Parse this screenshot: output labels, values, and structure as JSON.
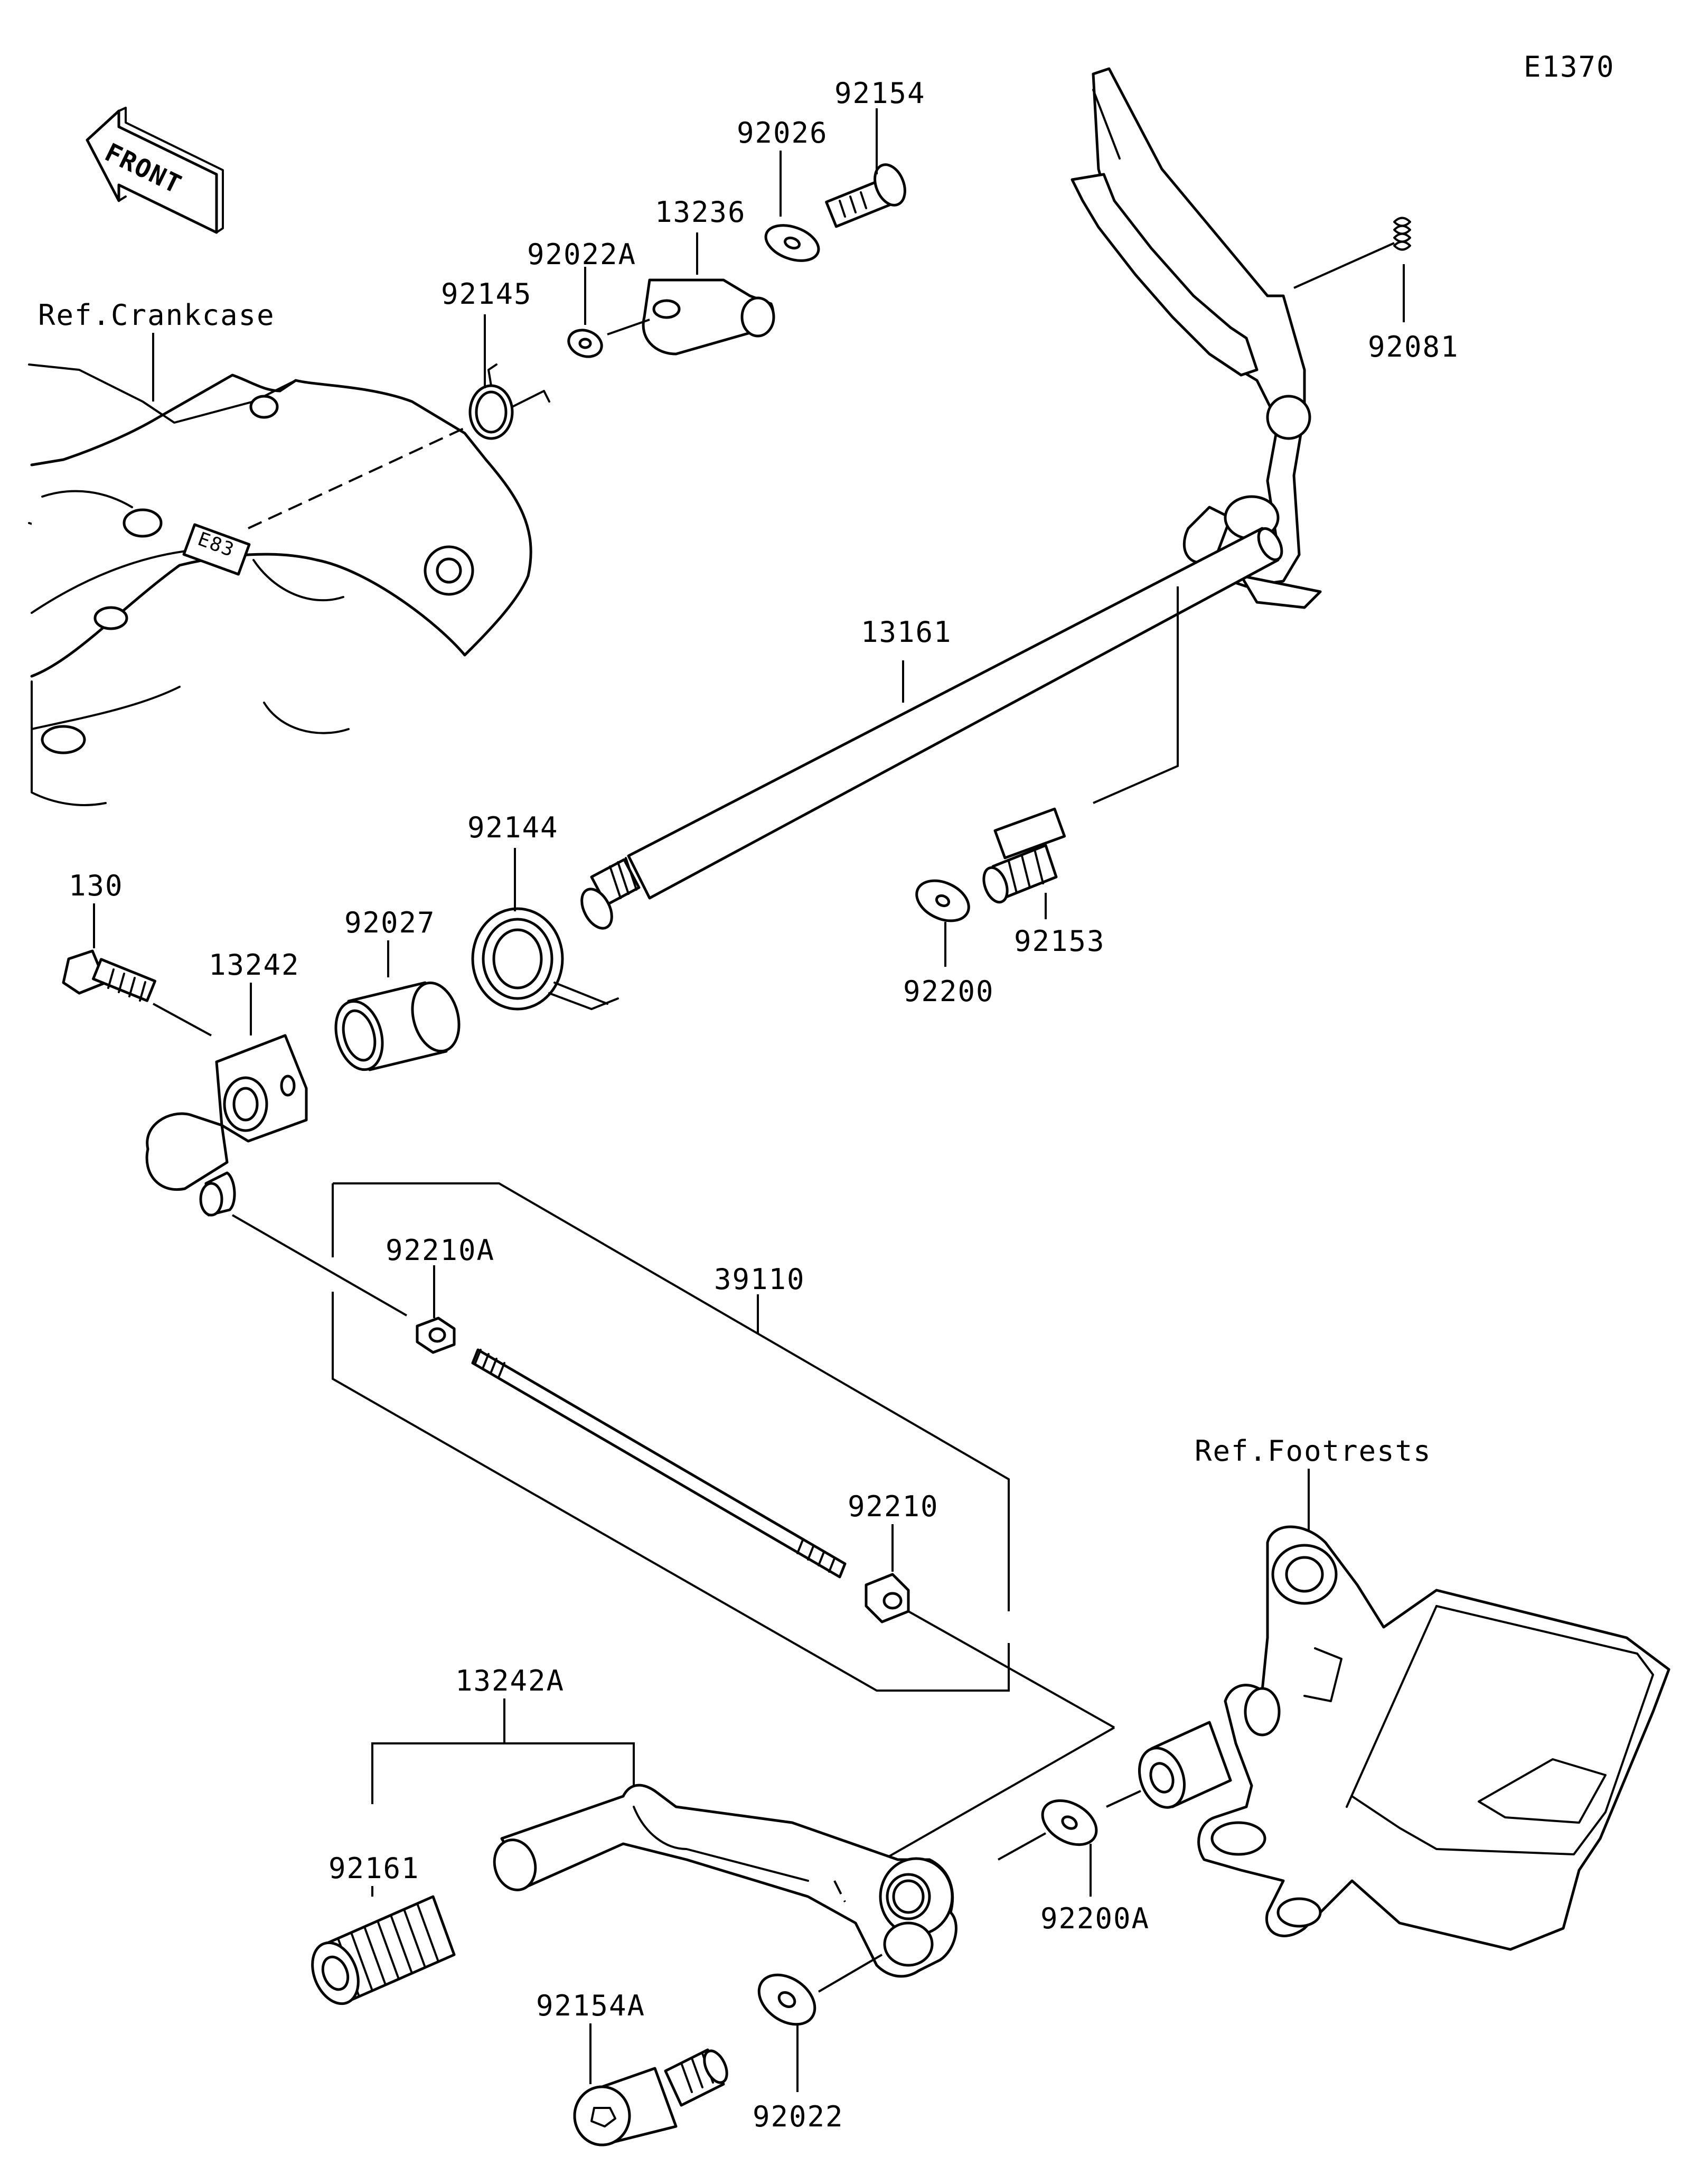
{
  "diagram_code": "E1370",
  "front_arrow_text": "FRONT",
  "references": {
    "crankcase": "Ref.Crankcase",
    "footrests": "Ref.Footrests"
  },
  "crankcase_mark": "E83",
  "parts": {
    "p92154": "92154",
    "p92026": "92026",
    "p13236": "13236",
    "p92022A": "92022A",
    "p92145": "92145",
    "p92081": "92081",
    "p13161": "13161",
    "p92144": "92144",
    "p92027": "92027",
    "p130": "130",
    "p13242": "13242",
    "p92153": "92153",
    "p92200": "92200",
    "p92210A": "92210A",
    "p39110": "39110",
    "p92210": "92210",
    "p13242A": "13242A",
    "p92161": "92161",
    "p92200A": "92200A",
    "p92154A": "92154A",
    "p92022": "92022"
  }
}
